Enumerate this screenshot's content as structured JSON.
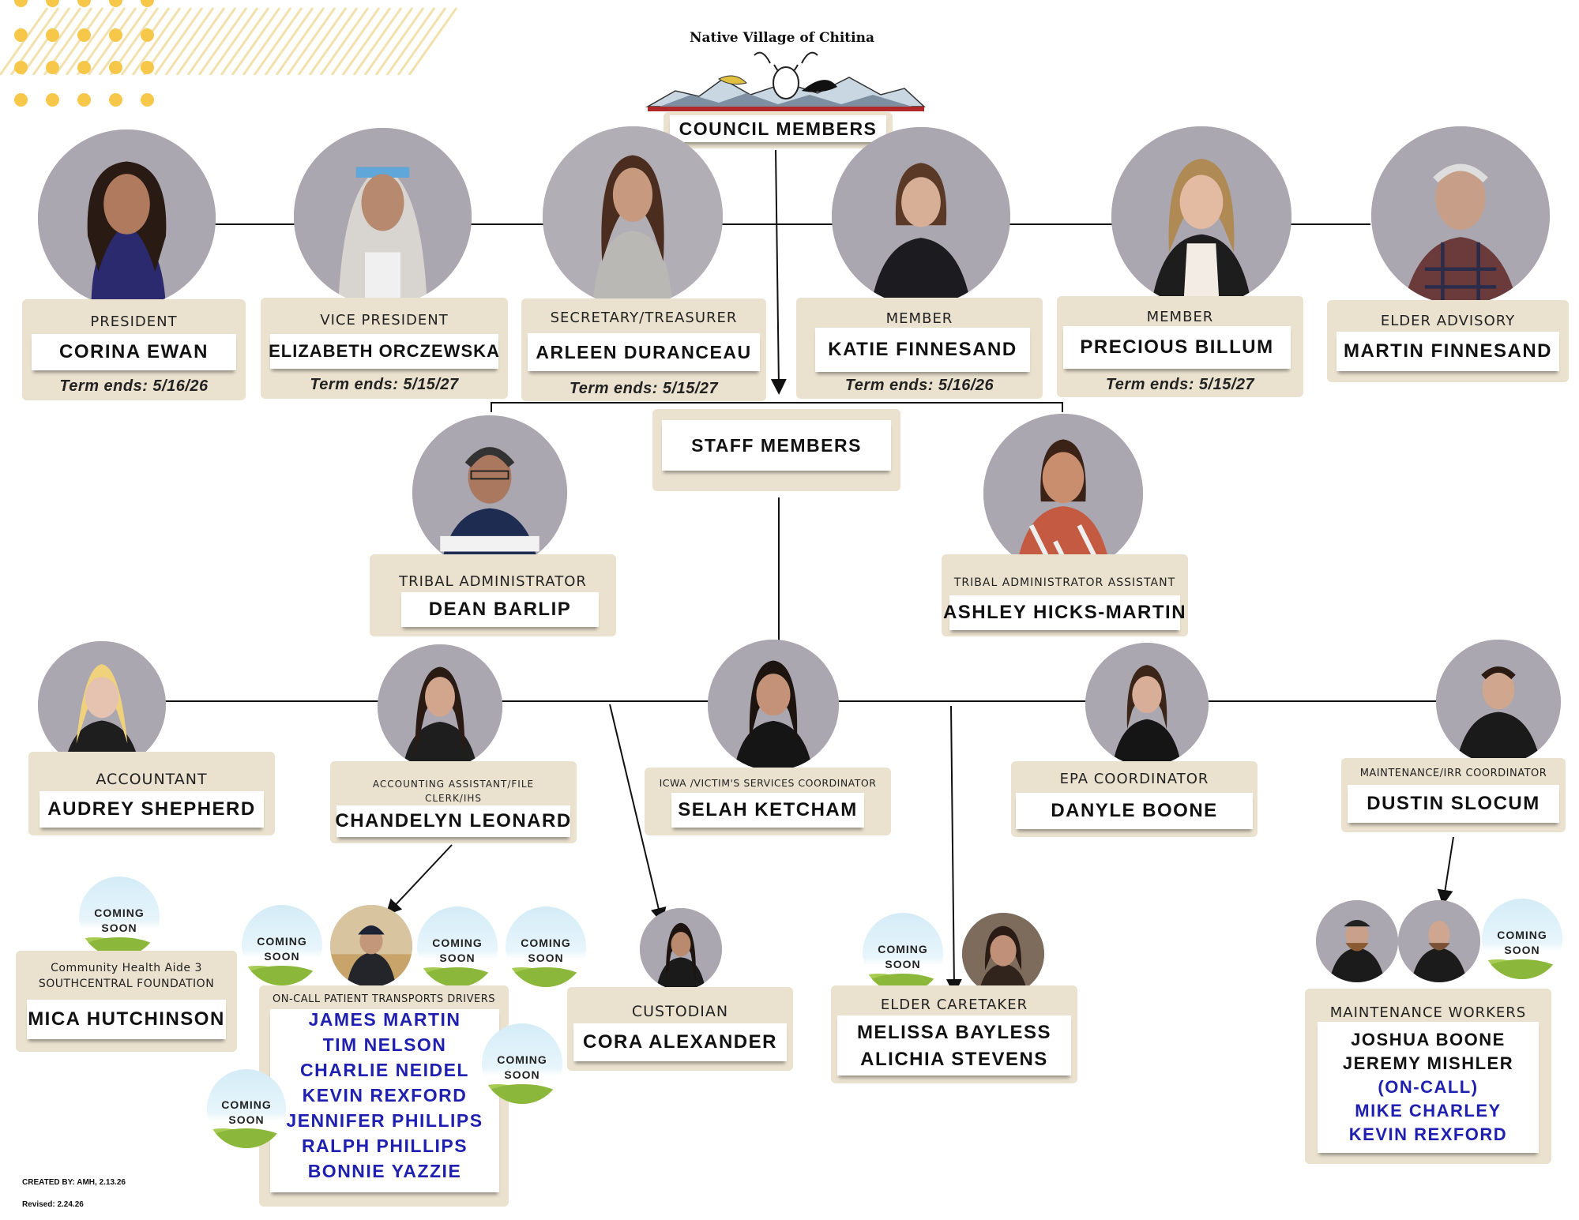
{
  "org": "Native Village of Chitina",
  "headers": {
    "council": "COUNCIL MEMBERS",
    "staff": "STAFF MEMBERS"
  },
  "council": [
    {
      "role": "PRESIDENT",
      "name": "CORINA EWAN",
      "term": "Term ends: 5/16/26"
    },
    {
      "role": "VICE PRESIDENT",
      "name": "ELIZABETH ORCZEWSKA",
      "term": "Term ends: 5/15/27"
    },
    {
      "role": "SECRETARY/TREASURER",
      "name": "ARLEEN DURANCEAU",
      "term": "Term ends: 5/15/27"
    },
    {
      "role": "MEMBER",
      "name": "KATIE FINNESAND",
      "term": "Term ends: 5/16/26"
    },
    {
      "role": "MEMBER",
      "name": "PRECIOUS BILLUM",
      "term": "Term ends: 5/15/27"
    },
    {
      "role": "ELDER ADVISORY",
      "name": "MARTIN FINNESAND"
    }
  ],
  "admin": [
    {
      "role": "TRIBAL ADMINISTRATOR",
      "name": "DEAN BARLIP"
    },
    {
      "role": "TRIBAL ADMINISTRATOR ASSISTANT",
      "name": "ASHLEY HICKS-MARTIN"
    }
  ],
  "staff": [
    {
      "role": "ACCOUNTANT",
      "name": "AUDREY SHEPHERD"
    },
    {
      "role": "ACCOUNTING ASSISTANT/FILE CLERK/IHS",
      "name": "CHANDELYN LEONARD"
    },
    {
      "role": "ICWA /VICTIM'S SERVICES COORDINATOR",
      "name": "SELAH KETCHAM"
    },
    {
      "role": "EPA COORDINATOR",
      "name": "DANYLE BOONE"
    },
    {
      "role": "MAINTENANCE/IRR COORDINATOR",
      "name": "DUSTIN SLOCUM"
    }
  ],
  "coming_soon": "COMING SOON",
  "cha": {
    "role_line1": "Community Health Aide 3",
    "role_line2": "SOUTHCENTRAL FOUNDATION",
    "name": "MICA HUTCHINSON"
  },
  "drivers": {
    "role": "ON-CALL PATIENT TRANSPORTS DRIVERS",
    "names": [
      "JAMES MARTIN",
      "TIM NELSON",
      "CHARLIE NEIDEL",
      "KEVIN REXFORD",
      "JENNIFER PHILLIPS",
      "RALPH PHILLIPS",
      "BONNIE YAZZIE"
    ]
  },
  "custodian": {
    "role": "CUSTODIAN",
    "name": "CORA ALEXANDER"
  },
  "elder_caretaker": {
    "role": "ELDER CARETAKER",
    "names": [
      "MELISSA BAYLESS",
      "ALICHIA STEVENS"
    ]
  },
  "maintenance_workers": {
    "role": "MAINTENANCE WORKERS",
    "names": [
      "JOSHUA BOONE",
      "JEREMY MISHLER"
    ],
    "oncall_label": "(ON-CALL)",
    "oncall_names": [
      "MIKE CHARLEY",
      "KEVIN REXFORD"
    ]
  },
  "footer": {
    "created": "CREATED BY: AMH, 2.13.26",
    "revised": "Revised: 2.24.26"
  },
  "colors": {
    "card": "#ebe1cf",
    "accent_blue": "#2020b0",
    "dots": "#f7c74a"
  }
}
